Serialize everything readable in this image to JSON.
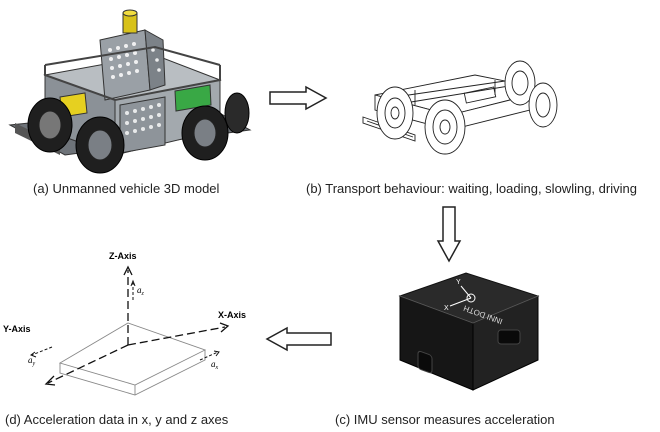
{
  "captions": {
    "a": "(a) Unmanned vehicle 3D model",
    "b": "(b) Transport behaviour: waiting, loading, slowling, driving",
    "c": "(c)  IMU sensor measures acceleration",
    "d": "(d) Acceleration data in x, y and z axes"
  },
  "axes": {
    "z_label": "Z-Axis",
    "x_label": "X-Axis",
    "y_label": "Y-Axis",
    "az": "a",
    "az_sub": "z",
    "ax": "a",
    "ax_sub": "x",
    "ay": "a",
    "ay_sub": "y"
  },
  "sensor": {
    "brand_text": "INNI DOTH",
    "axis_x": "X",
    "axis_y": "Y"
  },
  "colors": {
    "vehicle_body": "#9aa0a6",
    "vehicle_yellow": "#e6d020",
    "vehicle_green": "#39a845",
    "sensor_body": "#1c1c1c",
    "arrow_stroke": "#222222"
  }
}
